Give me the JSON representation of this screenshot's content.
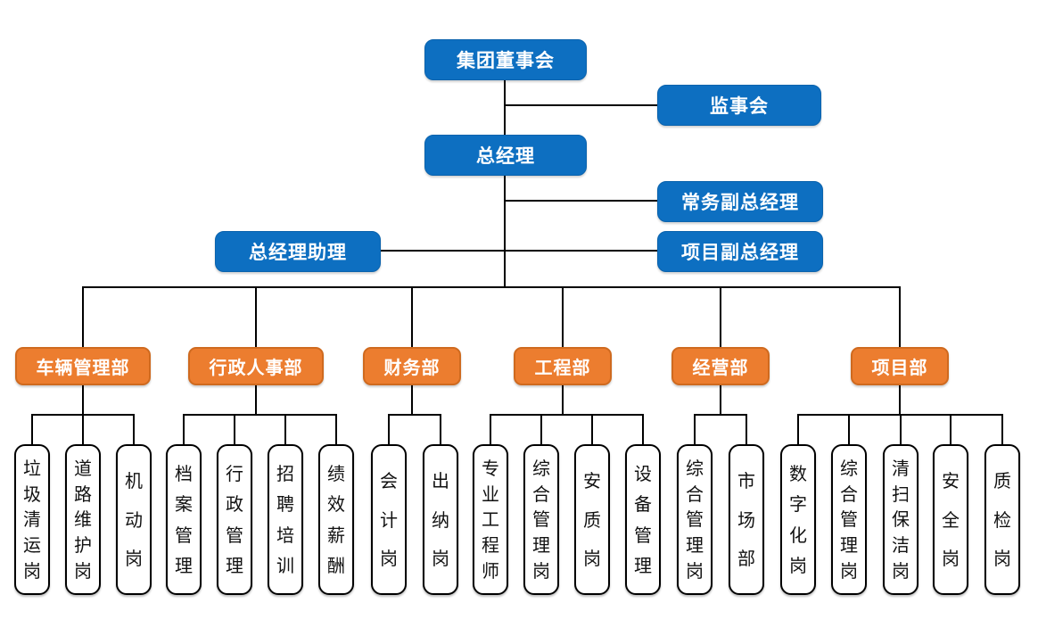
{
  "diagram_type": "org-chart",
  "colors": {
    "blue": "#0d6fc1",
    "blue-border": "#0b63ad",
    "orange": "#ec7d2f",
    "orange-border": "#cf6a1f",
    "line": "#000000"
  },
  "top_nodes": {
    "board": {
      "label": "集团董事会"
    },
    "supervisory": {
      "label": "监事会"
    },
    "gm": {
      "label": "总经理"
    },
    "evp": {
      "label": "常务副总经理"
    },
    "gm_assistant": {
      "label": "总经理助理"
    },
    "project_vp": {
      "label": "项目副总经理"
    }
  },
  "departments": [
    {
      "label": "车辆管理部",
      "positions": [
        "垃圾清运岗",
        "道路维护岗",
        "机动岗"
      ]
    },
    {
      "label": "行政人事部",
      "positions": [
        "档案管理",
        "行政管理",
        "招聘培训",
        "绩效薪酬"
      ]
    },
    {
      "label": "财务部",
      "positions": [
        "会计岗",
        "出纳岗"
      ]
    },
    {
      "label": "工程部",
      "positions": [
        "专业工程师",
        "综合管理岗",
        "安质岗",
        "设备管理"
      ]
    },
    {
      "label": "经营部",
      "positions": [
        "综合管理岗",
        "市场部"
      ]
    },
    {
      "label": "项目部",
      "positions": [
        "数字化岗",
        "综合管理岗",
        "清扫保洁岗",
        "安全岗",
        "质检岗"
      ]
    }
  ]
}
